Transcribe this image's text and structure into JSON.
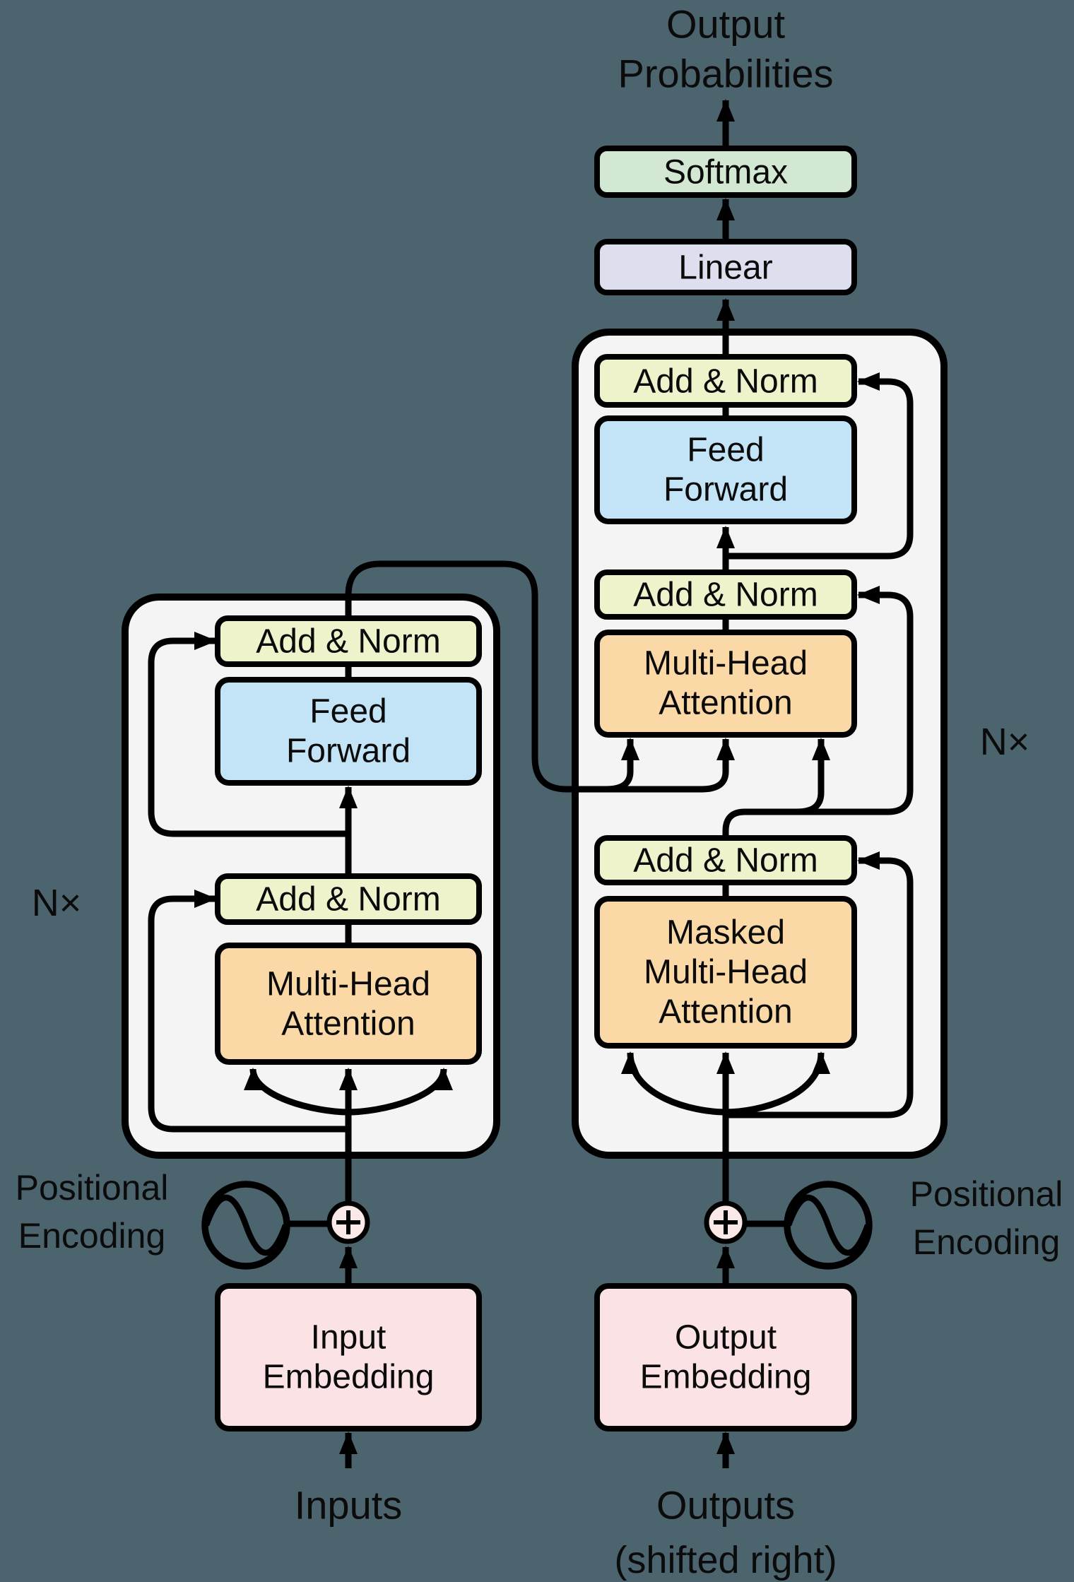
{
  "colors": {
    "bg": "#4C646E",
    "panel": "#F4F4F4",
    "yellow": "#EFF3CC",
    "blue": "#C2E4F6",
    "orange": "#FBD9A6",
    "green": "#D3E8D2",
    "lavender": "#DDDEEE",
    "pink": "#FBE2E4",
    "plus_fill": "#FBE9EA",
    "line": "#000000"
  },
  "labels": {
    "output_probabilities": {
      "line1": "Output",
      "line2": "Probabilities"
    },
    "softmax": "Softmax",
    "linear": "Linear",
    "add_norm": "Add & Norm",
    "feed_forward": {
      "line1": "Feed",
      "line2": "Forward"
    },
    "multi_head_attention": {
      "line1": "Multi-Head",
      "line2": "Attention"
    },
    "masked_multi_head_attention": {
      "line1": "Masked",
      "line2": "Multi-Head",
      "line3": "Attention"
    },
    "input_embedding": {
      "line1": "Input",
      "line2": "Embedding"
    },
    "output_embedding": {
      "line1": "Output",
      "line2": "Embedding"
    },
    "inputs": "Inputs",
    "outputs": "Outputs",
    "outputs_note": "(shifted right)",
    "positional_encoding": {
      "line1": "Positional",
      "line2": "Encoding"
    },
    "n_times": "N×",
    "plus_icon_symbol": "+",
    "sine_icon_symbol": "∿"
  },
  "diagram": {
    "type": "flowchart",
    "encoder_stack": {
      "repeat_label": "N×",
      "blocks_bottom_to_top": [
        "Multi-Head Attention",
        "Add & Norm",
        "Feed Forward",
        "Add & Norm"
      ],
      "input_chain": [
        "Inputs",
        "Input Embedding",
        "Positional Encoding (+)"
      ]
    },
    "decoder_stack": {
      "repeat_label": "N×",
      "blocks_bottom_to_top": [
        "Masked Multi-Head Attention",
        "Add & Norm",
        "Multi-Head Attention",
        "Add & Norm",
        "Feed Forward",
        "Add & Norm"
      ],
      "input_chain": [
        "Outputs (shifted right)",
        "Output Embedding",
        "Positional Encoding (+)"
      ],
      "output_chain": [
        "Linear",
        "Softmax",
        "Output Probabilities"
      ]
    },
    "cross_connection": "encoder output feeds keys/values of decoder Multi-Head Attention"
  }
}
